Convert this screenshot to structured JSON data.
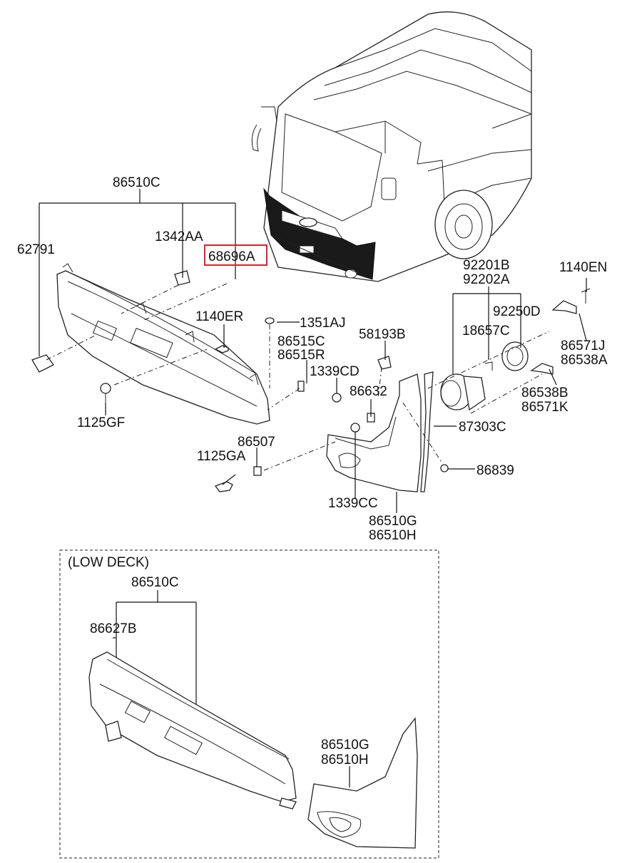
{
  "diagram": {
    "labels": {
      "p86510C_top": "86510C",
      "p62791": "62791",
      "p1342AA": "1342AA",
      "p68696A": "68696A",
      "p1140ER": "1140ER",
      "p1351AJ": "1351AJ",
      "p86515C": "86515C",
      "p86515R": "86515R",
      "p58193B": "58193B",
      "p1339CD": "1339CD",
      "p86632": "86632",
      "p1125GF": "1125GF",
      "p86507": "86507",
      "p1125GA": "1125GA",
      "p1339CC": "1339CC",
      "p86510G_top": "86510G",
      "p86510H_top": "86510H",
      "p92201B": "92201B",
      "p92202A": "92202A",
      "p1140EN": "1140EN",
      "p92250D": "92250D",
      "p18657C": "18657C",
      "p86571J": "86571J",
      "p86538A": "86538A",
      "p86538B": "86538B",
      "p86571K": "86571K",
      "p87303C": "87303C",
      "p86839": "86839",
      "low_deck_title": "(LOW DECK)",
      "p86510C_low": "86510C",
      "p86627B": "86627B",
      "p86510G_low": "86510G",
      "p86510H_low": "86510H"
    },
    "highlight": {
      "label": "68696A",
      "color": "#e0202a"
    },
    "colors": {
      "line": "#111111",
      "highlight": "#e0202a",
      "background": "#ffffff"
    }
  }
}
